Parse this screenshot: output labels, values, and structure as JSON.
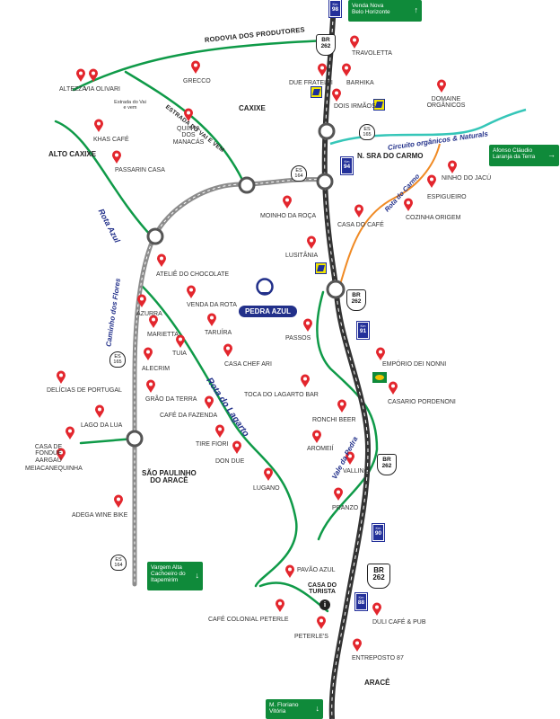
{
  "colors": {
    "pin": "#e3262d",
    "green_route": "#0f9a48",
    "highway": "#333333",
    "secondary_road": "#8c8c8c",
    "orange_route": "#f08a24",
    "teal_route": "#35c6b8",
    "navy": "#22308a"
  },
  "signs": {
    "top": {
      "line1": "Venda Nova",
      "line2": "Belo Horizonte",
      "arrow": "↑"
    },
    "right": {
      "line1": "Afonso Cláudio",
      "line2": "Laranja da Terra",
      "arrow": "→"
    },
    "left": {
      "line1": "Vargem Alta",
      "line2": "Cachoeiro do",
      "line3": "Itapemirim",
      "arrow": "↓"
    },
    "bottom": {
      "line1": "M. Floriano",
      "line2": "Vitória",
      "arrow": "↓"
    }
  },
  "km_markers": [
    {
      "k": "Km",
      "n": "98"
    },
    {
      "k": "Km",
      "n": "94"
    },
    {
      "k": "Km",
      "n": "91"
    },
    {
      "k": "Km",
      "n": "90"
    },
    {
      "k": "Km",
      "n": "88"
    }
  ],
  "shields": {
    "br_top": {
      "l1": "BR",
      "l2": "262"
    },
    "br_mid": {
      "l1": "BR",
      "l2": "262"
    },
    "br_right": {
      "l1": "BR",
      "l2": "262"
    },
    "br_big": {
      "l1": "BR",
      "l2": "262"
    },
    "es165_top": {
      "l1": "ES",
      "l2": "165"
    },
    "es164_top": {
      "l1": "ES",
      "l2": "164"
    },
    "es165_left": {
      "l1": "ES",
      "l2": "165"
    },
    "es164_bottom": {
      "l1": "ES",
      "l2": "164"
    }
  },
  "places": {
    "caxixe": "CAXIXE",
    "alto_caxixe": "ALTO CAXIXE",
    "n_sra_do_carmo": "N. SRA DO CARMO",
    "sao_paulinho_1": "SÃO PAULINHO",
    "sao_paulinho_2": "DO ARACÊ",
    "arace": "ARACÊ",
    "pedra_azul": "PEDRA AZUL",
    "casa_do_turista_1": "CASA DO",
    "casa_do_turista_2": "TURISTA"
  },
  "roads": {
    "rodovia_produtores": "RODOVIA DOS PRODUTORES",
    "estrada_vai_vem": "ESTRADA DO VAI E VEM",
    "estrada_small": "Estrada do Vai e vem"
  },
  "routes": {
    "rota_azul": "Rota Azul",
    "caminho_flores": "Caminho dos Flores",
    "rota_lagarto": "Rota do Lagarto",
    "vale_pedra": "Vale da Pedra",
    "rota_carmo": "Rota do Carmo",
    "circuito": "Circuito orgânicos & Naturals"
  },
  "pois": [
    {
      "label": "TRAVOLETTA"
    },
    {
      "label": "GRECCO"
    },
    {
      "label": "DUE FRATELLI"
    },
    {
      "label": "BARHIKA"
    },
    {
      "label": "DOIS IRMÃOS"
    },
    {
      "label": "DOMAINE ORGÂNICOS"
    },
    {
      "label": "ALTEZZA"
    },
    {
      "label": "VIA OLIVARI"
    },
    {
      "label": "QUINTA DOS MANACÁS"
    },
    {
      "label": "KHAS CAFÉ"
    },
    {
      "label": "PASSARIN CASA"
    },
    {
      "label": "NINHO DO JACÚ"
    },
    {
      "label": "ESPIGUEIRO"
    },
    {
      "label": "COZINHA ORIGEM"
    },
    {
      "label": "MOINHO DA ROÇA"
    },
    {
      "label": "CASA DO CAFÉ"
    },
    {
      "label": "LUSITÂNIA"
    },
    {
      "label": "ATELIÊ DO CHOCOLATE"
    },
    {
      "label": "VENDA DA ROTA"
    },
    {
      "label": "AZURRA"
    },
    {
      "label": "MARIETTA"
    },
    {
      "label": "TARUÍRA"
    },
    {
      "label": "TUIA"
    },
    {
      "label": "PASSOS"
    },
    {
      "label": "ALECRIM"
    },
    {
      "label": "CASA CHEF ARI"
    },
    {
      "label": "EMPÓRIO DEI NONNI"
    },
    {
      "label": "DELÍCIAS DE PORTUGAL"
    },
    {
      "label": "GRÃO DA TERRA"
    },
    {
      "label": "TOCA DO LAGARTO BAR"
    },
    {
      "label": "CASARIO PORDENONI"
    },
    {
      "label": "LAGO DA LUA"
    },
    {
      "label": "CAFÉ DA FAZENDA"
    },
    {
      "label": "RONCHI BEER"
    },
    {
      "label": "CASA DE FONDUE AARGAU"
    },
    {
      "label": "TIRE FIORI"
    },
    {
      "label": "AROMEIÍ"
    },
    {
      "label": "DON DUE"
    },
    {
      "label": "VALLINO"
    },
    {
      "label": "MEIACANEQUINHA"
    },
    {
      "label": "LUGANO"
    },
    {
      "label": "PRANZO"
    },
    {
      "label": "ADEGA WINE BIKE"
    },
    {
      "label": "PAVÃO AZUL"
    },
    {
      "label": "DULI CAFÉ & PUB"
    },
    {
      "label": "CAFÉ COLONIAL PETERLE"
    },
    {
      "label": "PETERLE'S"
    },
    {
      "label": "ENTREPOSTO 87"
    }
  ]
}
